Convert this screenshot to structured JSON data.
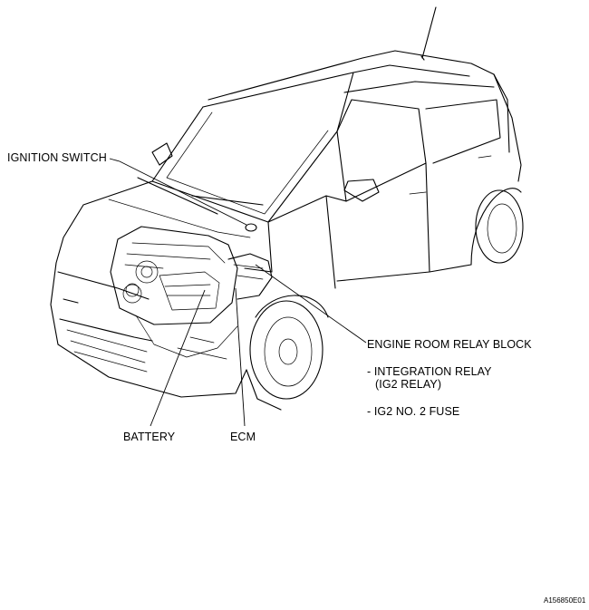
{
  "labels": {
    "ignition_switch": "IGNITION SWITCH",
    "engine_room_relay_block": "ENGINE ROOM RELAY BLOCK",
    "integration_relay_line1": "- INTEGRATION RELAY",
    "integration_relay_line2": "(IG2 RELAY)",
    "ig2_fuse": "- IG2 NO. 2 FUSE",
    "battery": "BATTERY",
    "ecm": "ECM"
  },
  "figure_id": "A156850E01",
  "icons": {
    "vehicle": "vehicle-line-drawing",
    "ignition": "ignition-switch-icon"
  }
}
